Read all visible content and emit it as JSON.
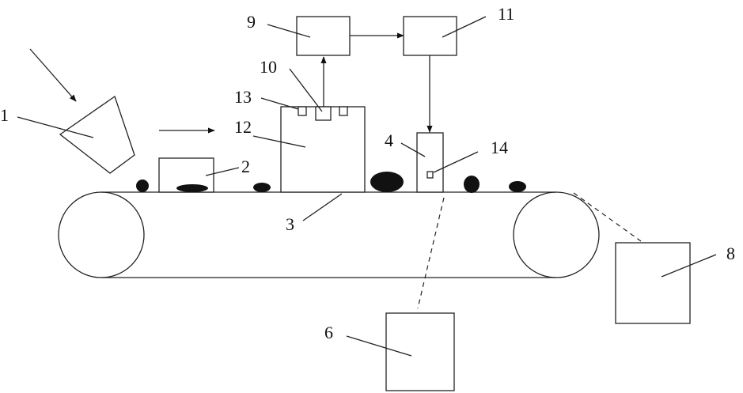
{
  "diagram": {
    "labels": {
      "l1": "1",
      "l2": "2",
      "l3": "3",
      "l4": "4",
      "l6": "6",
      "l8": "8",
      "l9": "9",
      "l10": "10",
      "l11": "11",
      "l12": "12",
      "l13": "13",
      "l14": "14"
    }
  }
}
